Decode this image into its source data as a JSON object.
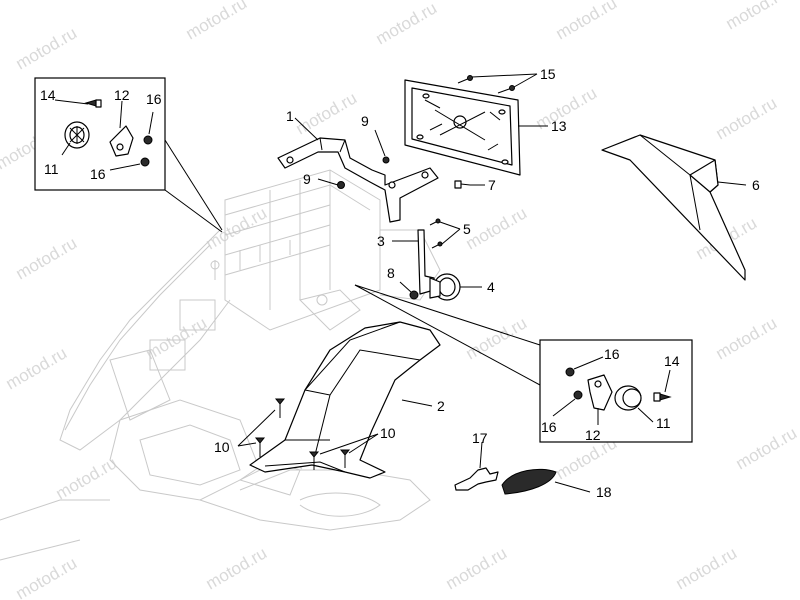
{
  "watermark": "motod.ru",
  "callouts": {
    "c1": "1",
    "c2": "2",
    "c3": "3",
    "c4": "4",
    "c5": "5",
    "c6": "6",
    "c7": "7",
    "c8": "8",
    "c9a": "9",
    "c9b": "9",
    "c10a": "10",
    "c10b": "10",
    "c13": "13",
    "c15": "15",
    "c17": "17",
    "c18": "18",
    "l11": "11",
    "l12": "12",
    "l14": "14",
    "l16a": "16",
    "l16b": "16",
    "r11": "11",
    "r12": "12",
    "r14": "14",
    "r16a": "16",
    "r16b": "16"
  },
  "colors": {
    "line": "#000000",
    "ghost": "#c9c9c9",
    "watermark": "#d9d9d9",
    "background": "#ffffff"
  }
}
